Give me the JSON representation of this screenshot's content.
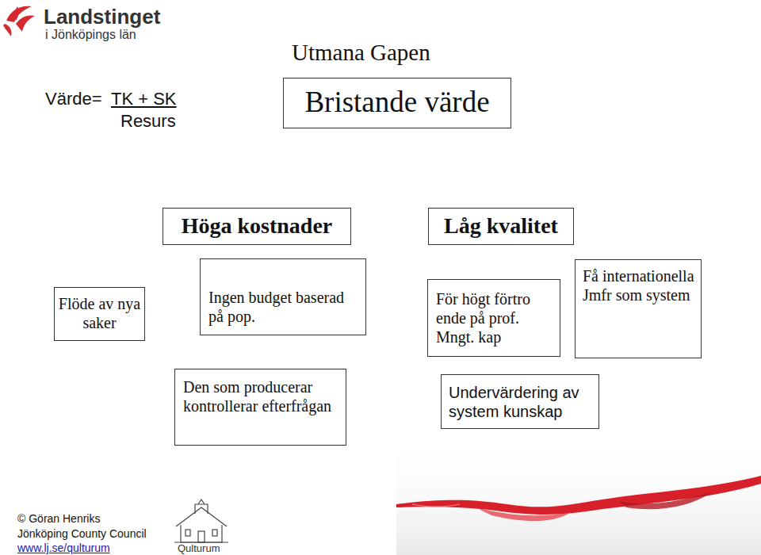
{
  "diagram": {
    "title": "Utmana Gapen",
    "nodes": [
      {
        "text": [
          "Bristande värde"
        ]
      },
      {
        "text": [
          "Höga kostnader"
        ]
      },
      {
        "text": [
          "Låg kvalitet"
        ]
      },
      {
        "text": [
          "Flöde av nya saker"
        ]
      },
      {
        "text": [
          "Ingen budget baserad på pop."
        ]
      },
      {
        "text": [
          "För högt förtro ende på prof. Mngt. kap"
        ]
      },
      {
        "text": [
          "Få internationella Jmfr som system"
        ]
      },
      {
        "text": [
          "Den som producerar kontrollerar efterfrågan"
        ]
      },
      {
        "text": [
          "Undervärdering av system kunskap"
        ]
      }
    ],
    "edges": [],
    "labels": [
      "Landstinget",
      "i Jönköpings län",
      "Värde=",
      "TK + SK",
      "Resurs",
      "© Göran Henriks",
      "Jönköping County Council",
      "www.lj.se/qulturum",
      "Qulturum"
    ]
  }
}
